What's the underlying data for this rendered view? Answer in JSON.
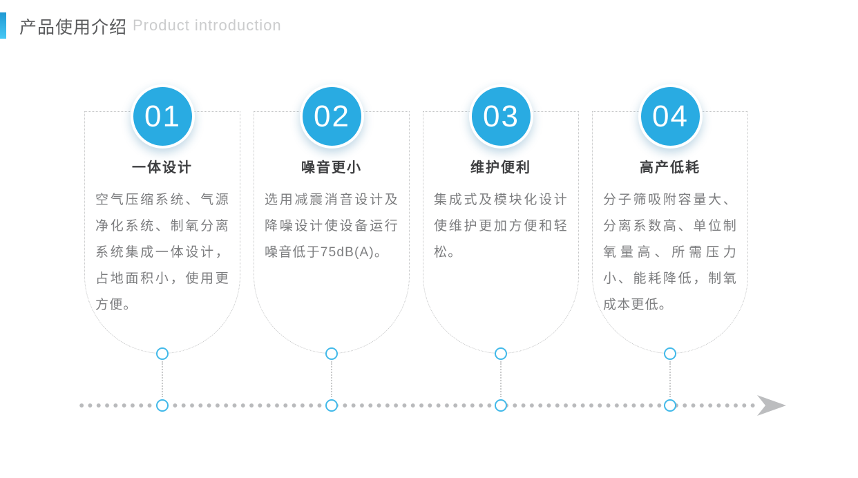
{
  "header": {
    "title": "产品使用介绍",
    "subtitle": "Product introduction"
  },
  "cards": [
    {
      "number": "01",
      "heading": "一体设计",
      "body": "空气压缩系统、气源净化系统、制氧分离系统集成一体设计，占地面积小，使用更方便。"
    },
    {
      "number": "02",
      "heading": "噪音更小",
      "body": "选用减震消音设计及降噪设计使设备运行噪音低于75dB(A)。"
    },
    {
      "number": "03",
      "heading": "维护便利",
      "body": "集成式及模块化设计使维护更加方便和轻松。"
    },
    {
      "number": "04",
      "heading": "高产低耗",
      "body": "分子筛吸附容量大、分离系数高、单位制氧量高、所需压力小、能耗降低，制氧成本更低。"
    }
  ],
  "icons": {
    "arrow": "right-arrow-icon"
  },
  "colors": {
    "accent_blue": "#29abe2",
    "node_stroke": "#41b9e9",
    "timeline_dot_gray": "#b9babc",
    "arrow_gray": "#bcbdbf",
    "title_gray": "#58595b",
    "subtitle_gray": "#cbcccd",
    "heading_gray": "#3d3e40",
    "body_gray": "#7c7d7f",
    "card_border_gray": "#c4c5c6"
  }
}
